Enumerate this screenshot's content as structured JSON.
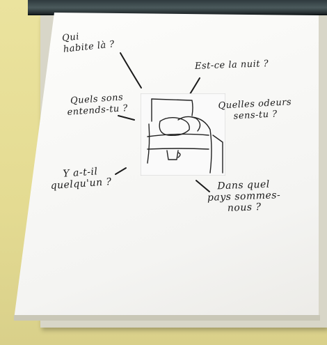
{
  "questions": {
    "q1": "Qui\nhabite là ?",
    "q2": "Est-ce la nuit ?",
    "q3": "Quels sons\nentends-tu ?",
    "q4": "Quelles odeurs\nsens-tu ?",
    "q5": "Y a-t-il\nquelqu'un ?",
    "q6": "Dans quel\npays sommes-\nnous ?"
  }
}
